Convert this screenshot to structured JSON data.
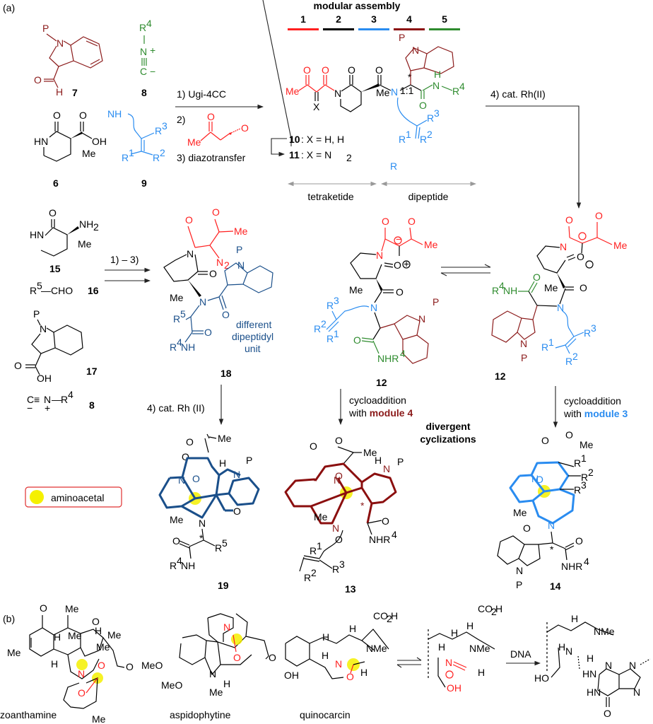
{
  "panels": {
    "a": "(a)",
    "b": "(b)"
  },
  "header": {
    "title": "modular assembly",
    "modules": [
      {
        "num": "1",
        "color": "#ff2020"
      },
      {
        "num": "2",
        "color": "#000000"
      },
      {
        "num": "3",
        "color": "#2a8cf0"
      },
      {
        "num": "4",
        "color": "#8b0f0f"
      },
      {
        "num": "5",
        "color": "#2e8b2e"
      }
    ]
  },
  "compounds": {
    "c7": "7",
    "c8": "8",
    "c6": "6",
    "c9": "9",
    "c10_11_a": "10",
    "c10_11_a_text": ": X = H, H",
    "c11": "11",
    "c11_text": ": X = N",
    "c15": "15",
    "c16": "16",
    "c17": "17",
    "c8b": "8",
    "c18": "18",
    "c12a": "12",
    "c12b": "12",
    "c19": "19",
    "c13": "13",
    "c14": "14"
  },
  "conditions": {
    "step1": "1) Ugi-4CC",
    "step2": "2)",
    "step3": "3) diazotransfer",
    "step4": "4) cat. Rh(II)",
    "step13": "1) – 3)",
    "step4b": "4) cat. Rh (II)",
    "cyclo4_line1": "cycloaddition",
    "cyclo4_line2_pre": "with ",
    "cyclo4_line2_mod": "module 4",
    "cyclo3_line1": "cycloaddition",
    "cyclo3_line2_pre": "with ",
    "cyclo3_line2_mod": "module 3",
    "divergent1": "divergent",
    "divergent2": "cyclizations",
    "dna": "DNA"
  },
  "segments": {
    "tetraketide": "tetraketide",
    "dipeptide": "dipeptide",
    "ratio": "1:1"
  },
  "notes": {
    "different1": "different",
    "different2": "dipeptidyl",
    "different3": "unit"
  },
  "legend": {
    "label": "aminoacetal",
    "color": "#f5f000",
    "border": "#e03030"
  },
  "natural_products": [
    "zoanthamine",
    "aspidophytine",
    "quinocarcin"
  ],
  "atoms": {
    "P": "P",
    "N": "N",
    "O": "O",
    "H": "H",
    "Me": "Me",
    "C": "C",
    "OH": "OH",
    "HN": "HN",
    "NH2": "NH",
    "R1": "R",
    "R2": "R",
    "R3": "R",
    "R4": "R",
    "R5": "R",
    "X": "X",
    "N2": "N",
    "CHO": "—CHO",
    "R4NH": "NH",
    "NHR4": "NHR",
    "CO2H": "CO",
    "NMe": "NMe",
    "MeO": "MeO",
    "HO": "HO",
    "plus": "+",
    "minus": "−"
  }
}
